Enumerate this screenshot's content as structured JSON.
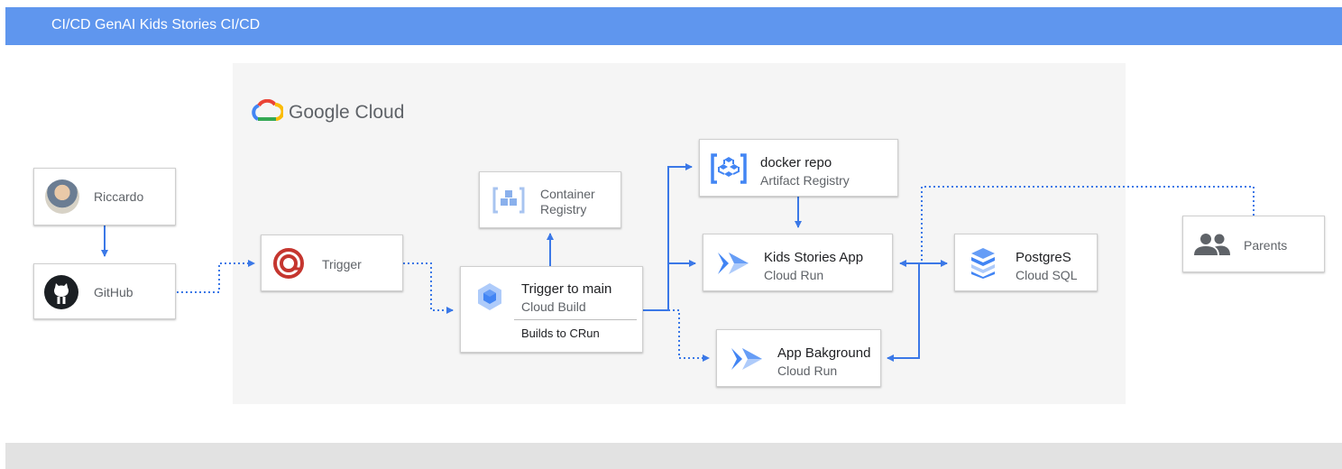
{
  "header": {
    "title": "CI/CD GenAI Kids Stories CI/CD"
  },
  "cloud": {
    "logo_text": "Google Cloud"
  },
  "nodes": {
    "riccardo": {
      "label": "Riccardo",
      "icon": "user-avatar-icon"
    },
    "github": {
      "label": "GitHub",
      "icon": "github-icon"
    },
    "trigger": {
      "label": "Trigger",
      "icon": "trigger-icon"
    },
    "container_registry": {
      "label": "Container",
      "label2": "Registry",
      "icon": "container-registry-icon"
    },
    "cloud_build": {
      "label": "Trigger to main",
      "sub": "Cloud Build",
      "note": "Builds to CRun",
      "icon": "cloud-build-icon"
    },
    "docker_repo": {
      "label": "docker repo",
      "sub": "Artifact Registry",
      "icon": "artifact-registry-icon"
    },
    "kids_app": {
      "label": "Kids Stories App",
      "sub": "Cloud Run",
      "icon": "cloud-run-icon"
    },
    "app_background": {
      "label": "App Bakground",
      "sub": "Cloud Run",
      "icon": "cloud-run-icon"
    },
    "postgres": {
      "label": "PostgreS",
      "sub": "Cloud SQL",
      "icon": "cloud-sql-icon"
    },
    "parents": {
      "label": "Parents",
      "icon": "users-icon"
    }
  },
  "colors": {
    "header": "#5f96ee",
    "arrow": "#3b78e7",
    "gcp_area": "#f5f5f5",
    "footer": "#e2e2e2"
  }
}
